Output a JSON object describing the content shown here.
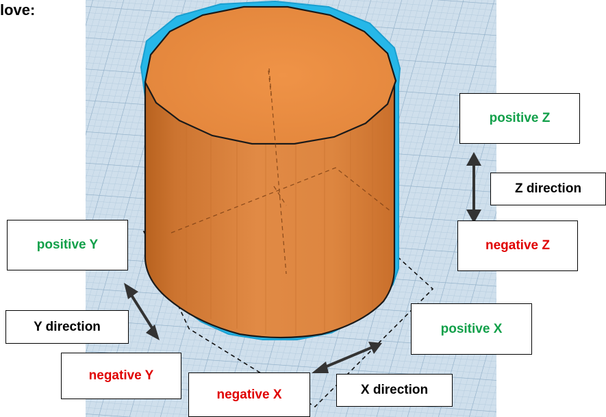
{
  "heading": "love:",
  "labels": {
    "positive_z": "positive Z",
    "z_direction": "Z direction",
    "negative_z": "negative Z",
    "positive_y": "positive Y",
    "y_direction": "Y direction",
    "negative_y": "negative Y",
    "positive_x": "positive X",
    "x_direction": "X direction",
    "negative_x": "negative X"
  },
  "colors": {
    "positive": "#12a04a",
    "negative": "#e00000",
    "cylinder": "#e58a3f",
    "cylinder_top": "#ea8d40",
    "outline_highlight": "#26b7e8",
    "grid_background": "#c9dbea",
    "grid_line": "#9fbcd4"
  }
}
